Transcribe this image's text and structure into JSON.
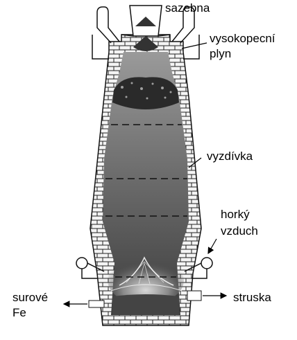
{
  "labels": {
    "sazebna": "sazebna",
    "vysokopecni_plyn_1": "vysokopecní",
    "vysokopecni_plyn_2": "plyn",
    "vyzdivka": "vyzdívka",
    "horky_vzduch_1": "horký",
    "horky_vzduch_2": "vzduch",
    "surove_fe_1": "surové",
    "surove_fe_2": "Fe",
    "struska": "struska"
  },
  "colors": {
    "brick_fill": "#f4f4f4",
    "brick_line": "#222222",
    "burden_top": "#8c8c8c",
    "burden_bottom": "#4a4a4a",
    "charge_dark": "#2a2a2a",
    "arrow": "#000000"
  }
}
